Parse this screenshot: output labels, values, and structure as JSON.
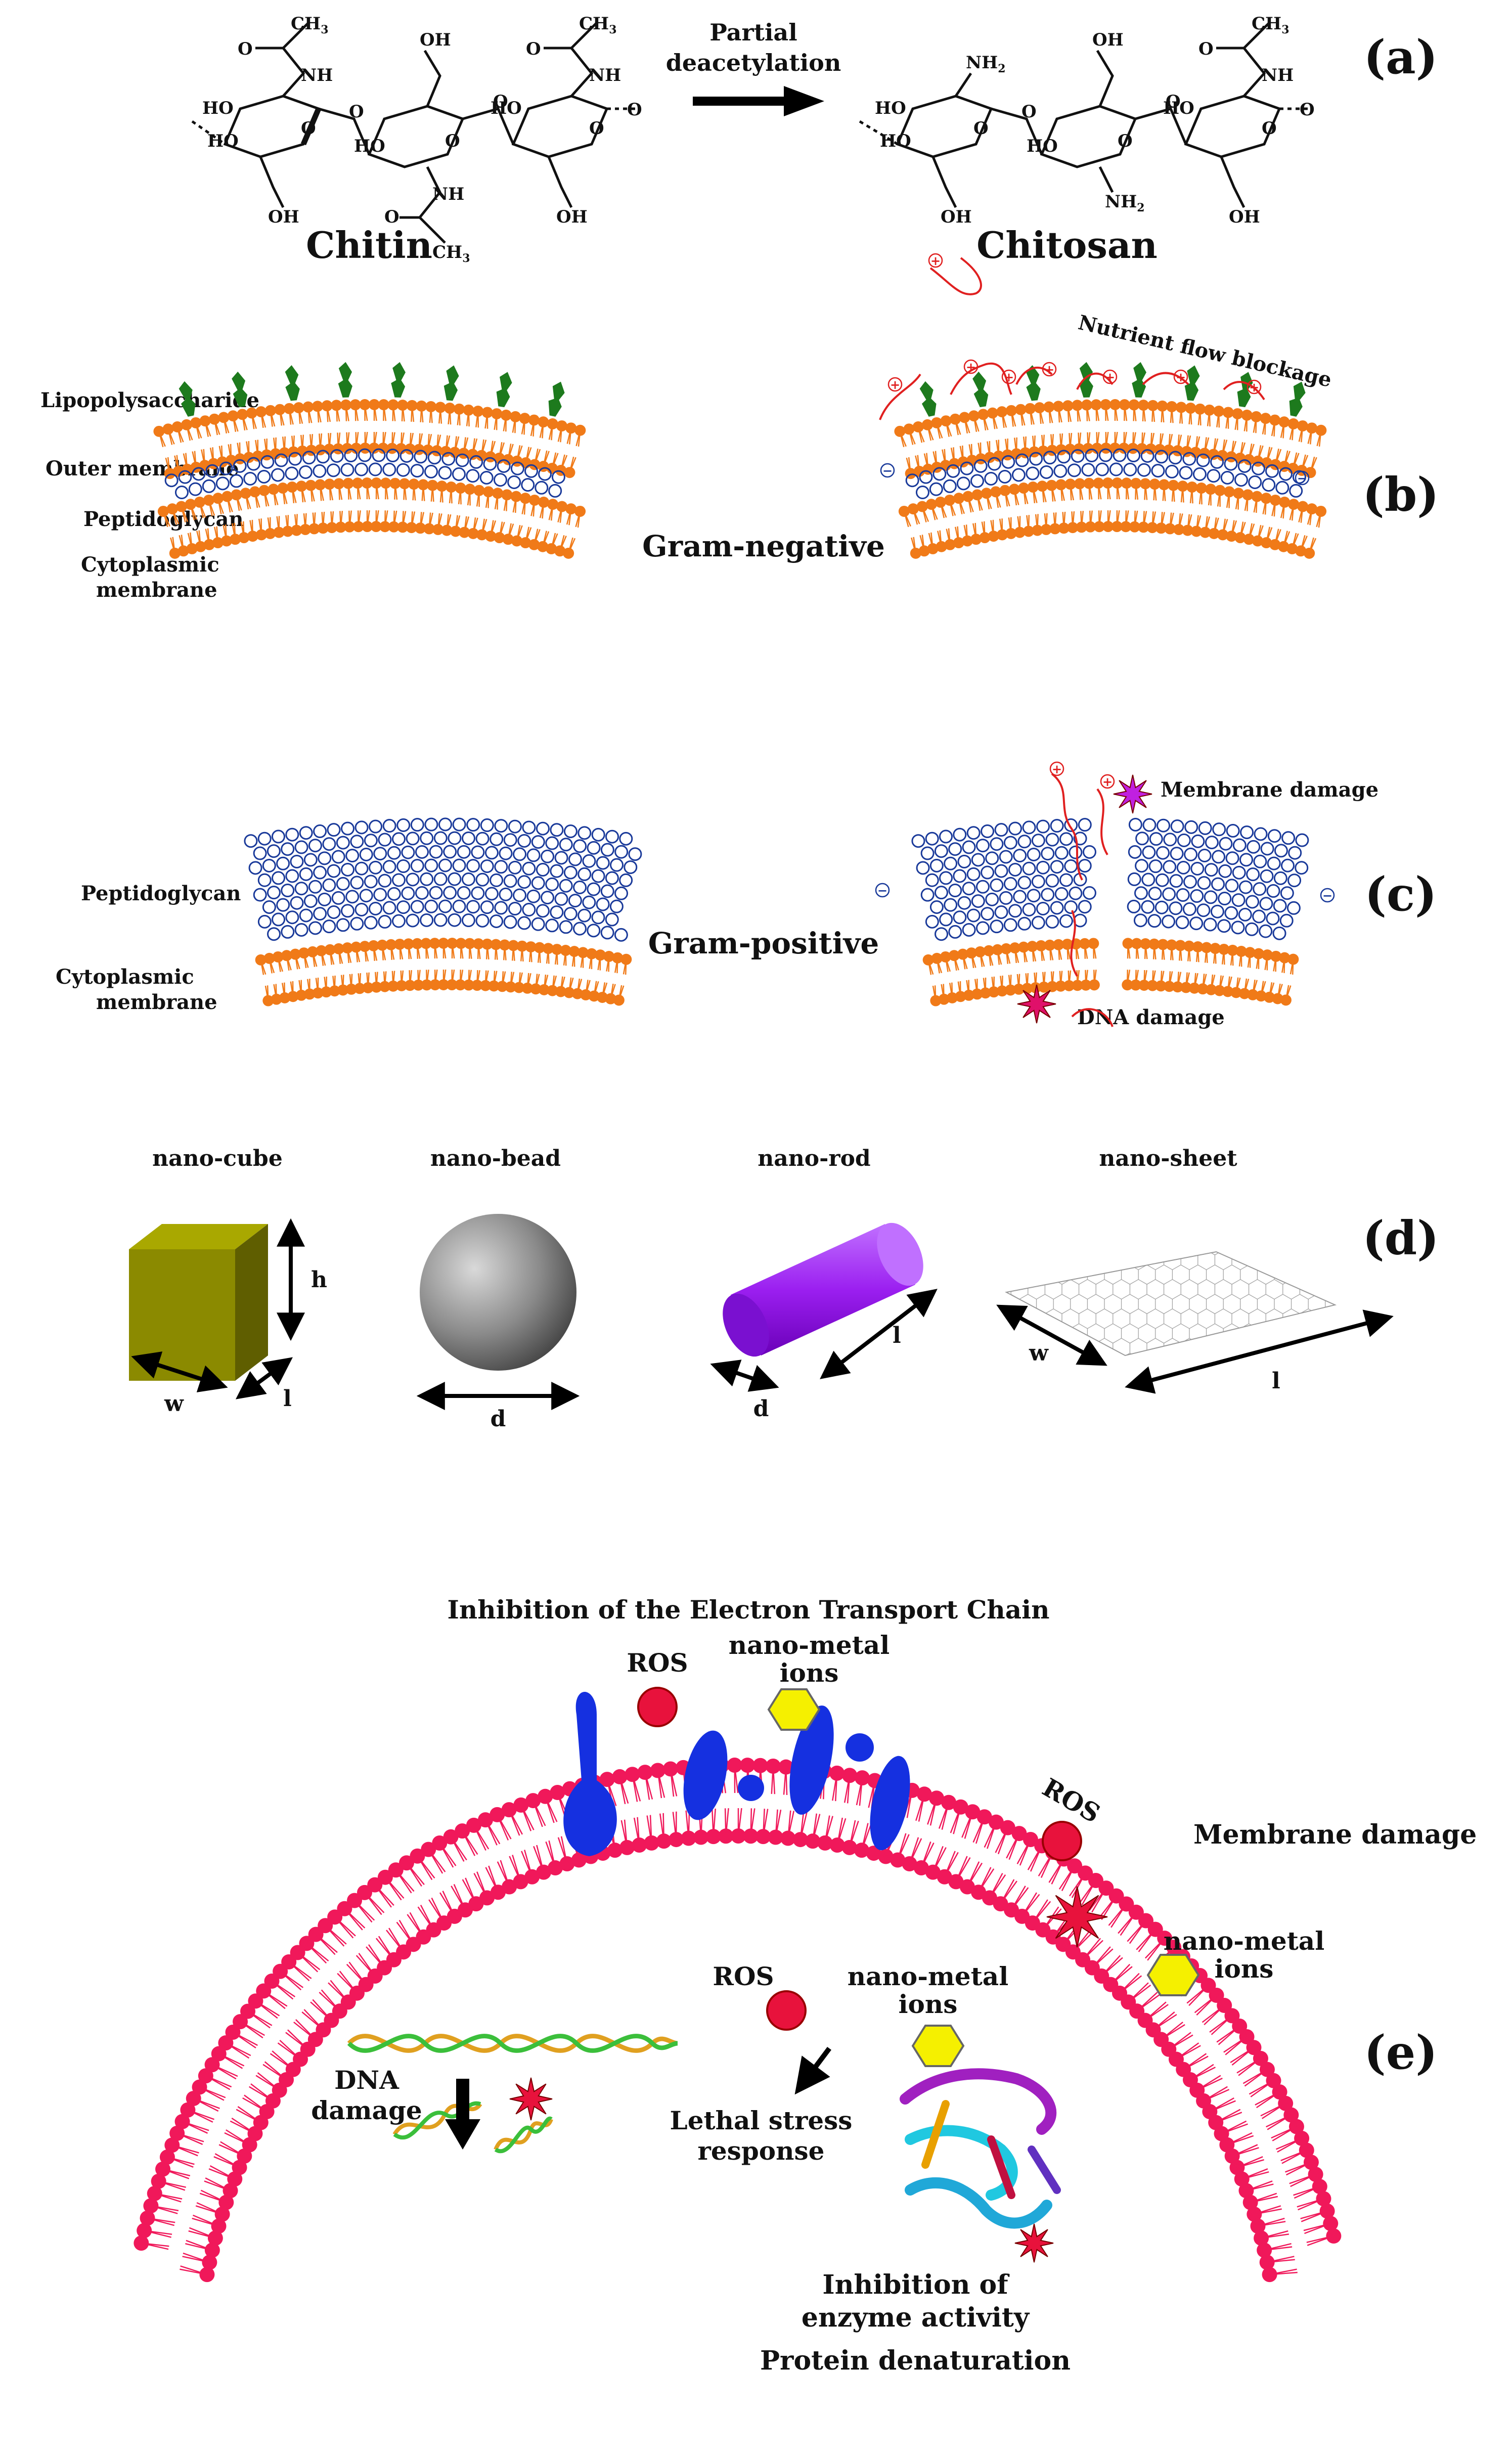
{
  "panels": {
    "a": "(a)",
    "b": "(b)",
    "c": "(c)",
    "d": "(d)",
    "e": "(e)"
  },
  "panel_a": {
    "arrow_label_line1": "Partial",
    "arrow_label_line2": "deacetylation",
    "chitin": "Chitin",
    "chitosan": "Chitosan",
    "atoms": {
      "nh": "NH",
      "nh2": "NH",
      "oh": "OH",
      "ho": "HO",
      "o": "O",
      "ch3": "CH",
      "sub2": "2",
      "sub3": "3"
    }
  },
  "panel_b": {
    "lipopolysaccharide": "Lipopolysaccharide",
    "outer_membrane": "Outer membrane",
    "peptidoglycan": "Peptidoglycan",
    "cytoplasmic_line1": "Cytoplasmic",
    "cytoplasmic_line2": "membrane",
    "gram_negative": "Gram-negative",
    "nutrient_flow_blockage": "Nutrient flow blockage"
  },
  "panel_c": {
    "peptidoglycan": "Peptidoglycan",
    "cytoplasmic_line1": "Cytoplasmic",
    "cytoplasmic_line2": "membrane",
    "gram_positive": "Gram-positive",
    "membrane_damage": "Membrane damage",
    "dna_damage": "DNA damage"
  },
  "panel_d": {
    "nano_cube": "nano-cube",
    "nano_bead": "nano-bead",
    "nano_rod": "nano-rod",
    "nano_sheet": "nano-sheet",
    "h": "h",
    "w": "w",
    "l": "l",
    "d": "d",
    "cube_color": "#8b8a00",
    "rod_color": "#9b1ff0"
  },
  "panel_e": {
    "title": "Inhibition of the Electron Transport Chain",
    "ros": "ROS",
    "nano_metal_line1": "nano-metal",
    "nano_metal_line2": "ions",
    "membrane_damage": "Membrane damage",
    "dna_line1": "DNA",
    "dna_line2": "damage",
    "lethal_line1": "Lethal stress",
    "lethal_line2": "response",
    "enzyme_line1": "Inhibition of",
    "enzyme_line2": "enzyme activity",
    "protein_denaturation": "Protein denaturation",
    "membrane_color": "#f0185a",
    "protein_color": "#1530e0",
    "ros_color": "#e8123c",
    "ion_color": "#f5f000"
  },
  "charges": {
    "plus": "+",
    "minus": "−"
  }
}
